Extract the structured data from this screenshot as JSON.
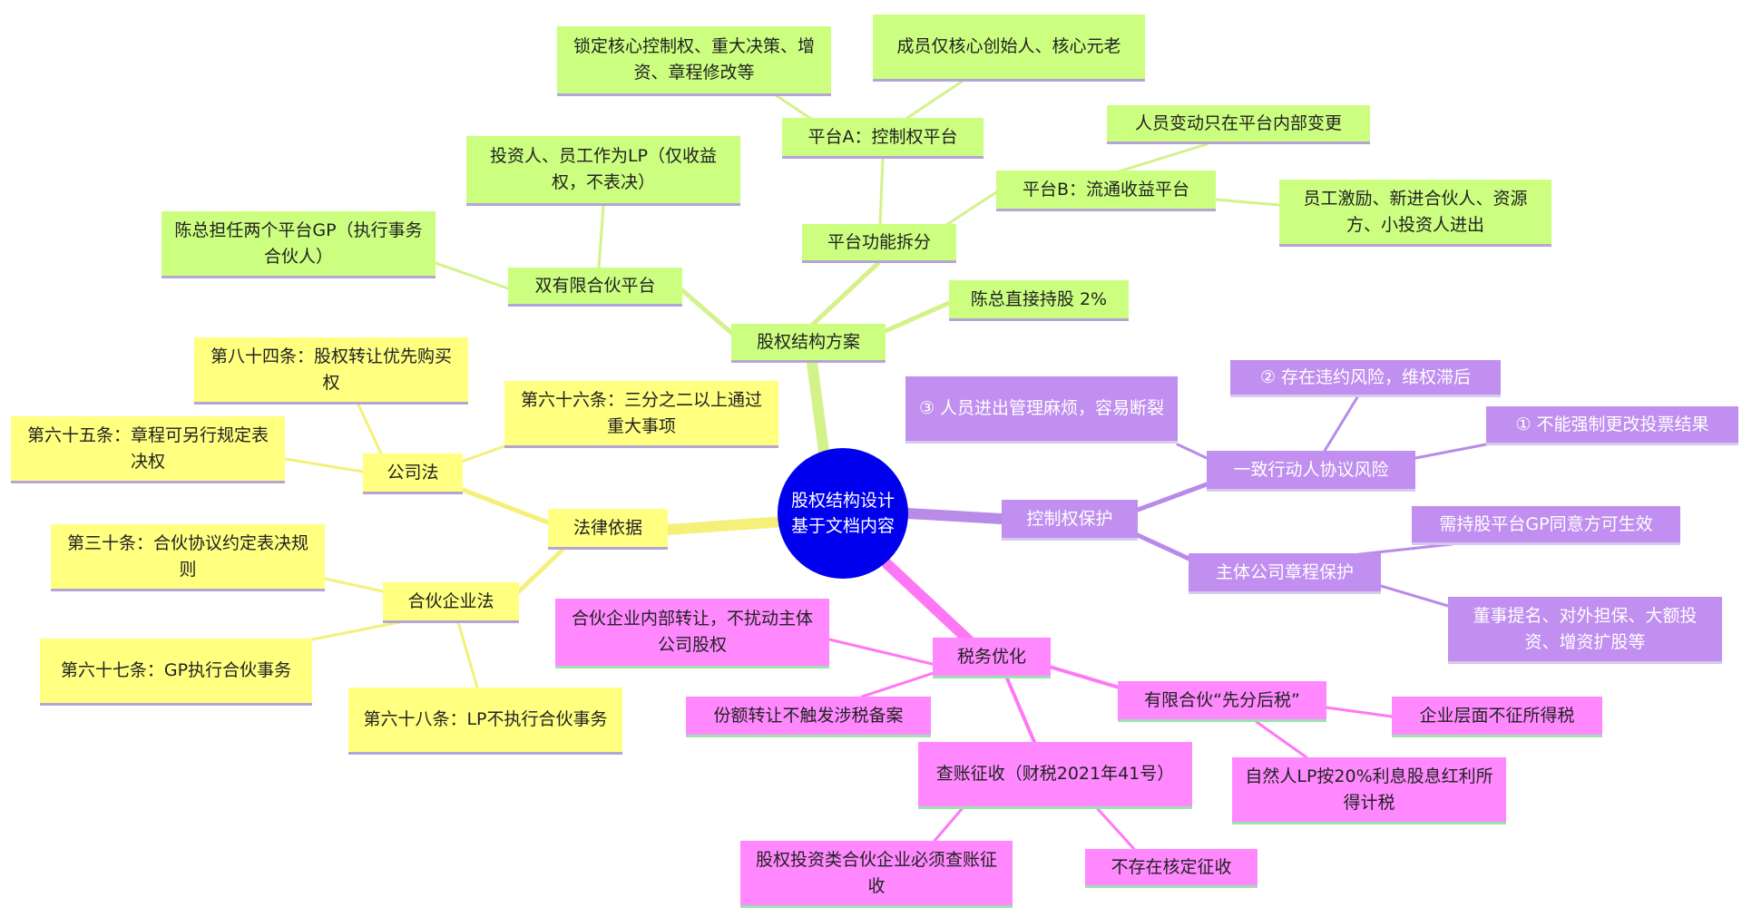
{
  "center": "股权结构设计\n基于文档内容",
  "colors": {
    "green": "#ccff80",
    "yellow": "#ffff80",
    "purple": "#c08ff0",
    "magenta": "#ff88ff",
    "center": "#0000ee"
  },
  "nodes": {
    "equity_plan": "股权结构方案",
    "dual_lp": "双有限合伙平台",
    "chen_gp": "陈总担任两个平台GP（执行事务合伙人）",
    "investor_lp": "投资人、员工作为LP（仅收益权，不表决）",
    "platform_split": "平台功能拆分",
    "platform_a": "平台A：控制权平台",
    "platform_a_lock": "锁定核心控制权、重大决策、增资、章程修改等",
    "platform_a_members": "成员仅核心创始人、核心元老",
    "platform_b": "平台B：流通收益平台",
    "platform_b_change": "人员变动只在平台内部变更",
    "platform_b_members": "员工激励、新进合伙人、资源方、小投资人进出",
    "chen_direct": "陈总直接持股 2%",
    "legal_basis": "法律依据",
    "company_law": "公司法",
    "art84": "第八十四条：股权转让优先购买权",
    "art66": "第六十六条：三分之二以上通过重大事项",
    "art65": "第六十五条：章程可另行规定表决权",
    "partnership_law": "合伙企业法",
    "art30": "第三十条：合伙协议约定表决规则",
    "art67": "第六十七条：GP执行合伙事务",
    "art68": "第六十八条：LP不执行合伙事务",
    "control_protect": "控制权保护",
    "concert_risk": "一致行动人协议风险",
    "risk3": "③ 人员进出管理麻烦，容易断裂",
    "risk2": "② 存在违约风险，维权滞后",
    "risk1": "① 不能强制更改投票结果",
    "charter_protect": "主体公司章程保护",
    "charter_gp": "需持股平台GP同意方可生效",
    "charter_items": "董事提名、对外担保、大额投资、增资扩股等",
    "tax_opt": "税务优化",
    "internal_transfer": "合伙企业内部转让，不扰动主体公司股权",
    "share_transfer": "份额转让不触发涉税备案",
    "lp_tax_first": "有限合伙“先分后税”",
    "no_corp_tax": "企业层面不征所得税",
    "natural_lp_tax": "自然人LP按20%利息股息红利所得计税",
    "audit_collect": "查账征收（财税2021年41号）",
    "equity_invest_audit": "股权投资类合伙企业必须查账征收",
    "no_deemed": "不存在核定征收"
  }
}
